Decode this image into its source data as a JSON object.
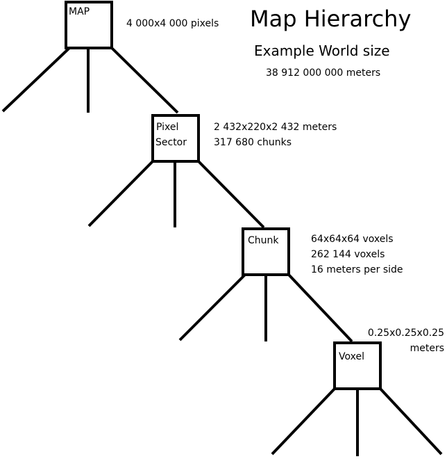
{
  "diagram": {
    "title": "Map Hierarchy",
    "subtitle": "Example World size",
    "world_size": "38 912 000 000 meters",
    "colors": {
      "background": "#ffffff",
      "ink": "#000000"
    },
    "levels": [
      {
        "label": "MAP",
        "info": [
          "4 000x4 000 pixels"
        ]
      },
      {
        "label_lines": [
          "Pixel",
          "Sector"
        ],
        "info": [
          "2 432x220x2 432 meters",
          "317 680 chunks"
        ]
      },
      {
        "label": "Chunk",
        "info": [
          "64x64x64 voxels",
          "262 144 voxels",
          "16 meters per side"
        ]
      },
      {
        "label": "Voxel",
        "info": [
          "0.25x0.25x0.25",
          "meters"
        ]
      }
    ]
  }
}
